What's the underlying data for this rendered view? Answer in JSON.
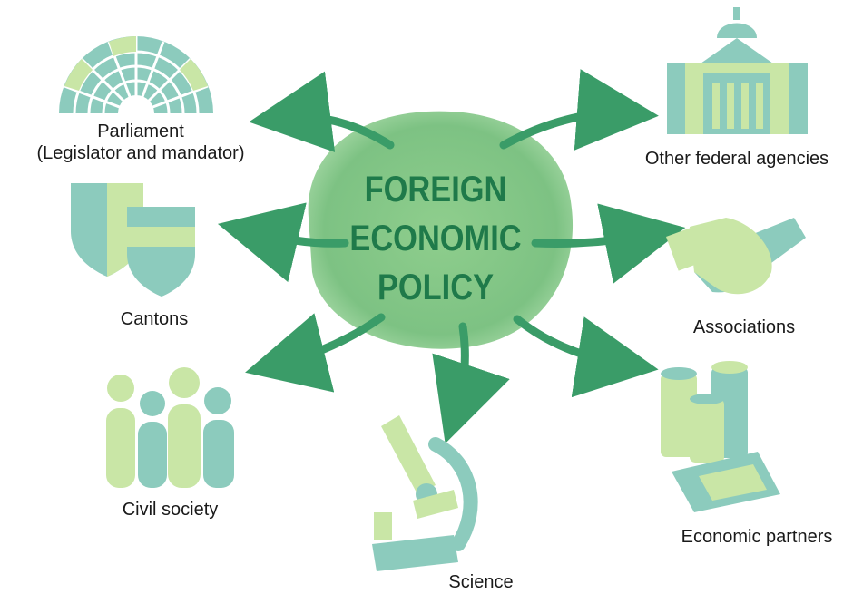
{
  "center": {
    "lines": [
      "FOREIGN",
      "ECONOMIC",
      "POLICY"
    ]
  },
  "stakeholders": {
    "parliament": {
      "line1": "Parliament",
      "line2": "(Legislator and mandator)"
    },
    "cantons": "Cantons",
    "civil_society": "Civil society",
    "science": "Science",
    "other_federal_agencies": "Other federal agencies",
    "associations": "Associations",
    "economic_partners": "Economic partners"
  },
  "colors": {
    "blob": "#7fc383",
    "title": "#1f7a4a",
    "arrow": "#3a9c68",
    "icon_teal": "#8ccbbd",
    "icon_light": "#c9e6a6"
  }
}
